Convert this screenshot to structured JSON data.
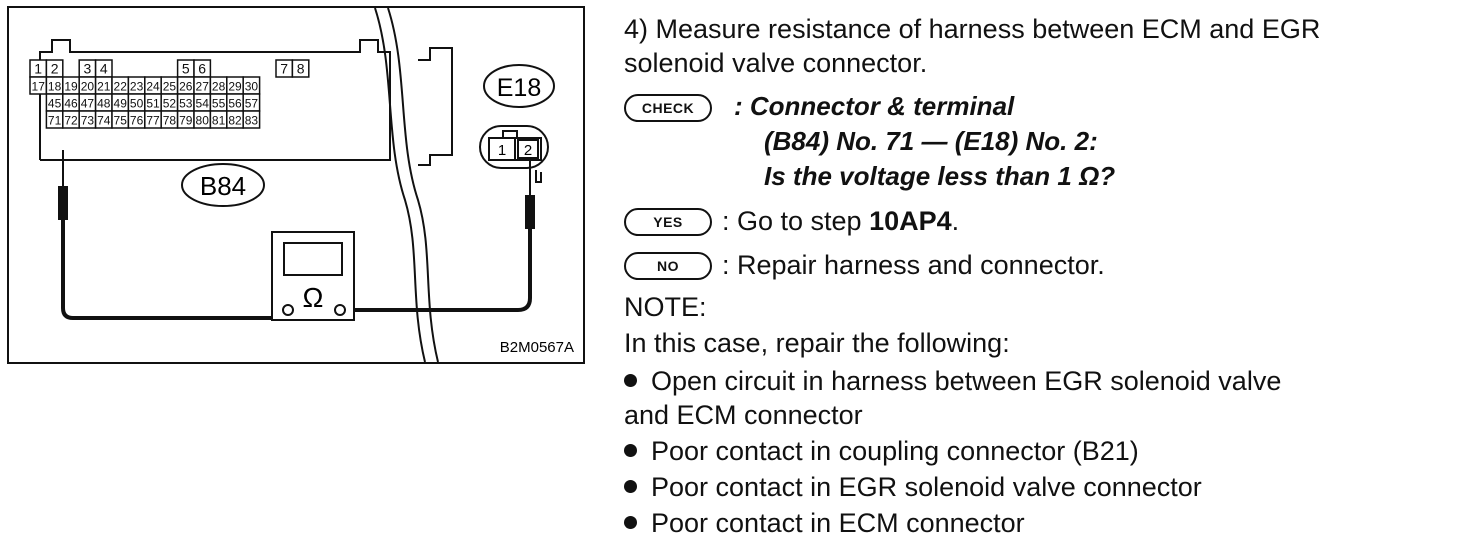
{
  "diagram": {
    "ecm_connector_label": "B84",
    "egr_connector_label": "E18",
    "figure_code": "B2M0567A",
    "meter_symbol": "Ω",
    "ecm_row1": [
      "1",
      "2",
      "3",
      "4",
      "5",
      "6",
      "7",
      "8"
    ],
    "ecm_row2": [
      "17",
      "18",
      "19",
      "20",
      "21",
      "22",
      "23",
      "24",
      "25",
      "26",
      "27",
      "28",
      "29",
      "30"
    ],
    "ecm_row3": [
      "45",
      "46",
      "47",
      "48",
      "49",
      "50",
      "51",
      "52",
      "53",
      "54",
      "55",
      "56",
      "57"
    ],
    "ecm_row4": [
      "71",
      "72",
      "73",
      "74",
      "75",
      "76",
      "77",
      "78",
      "79",
      "80",
      "81",
      "82",
      "83"
    ],
    "egr_pins": [
      "1",
      "2"
    ]
  },
  "step": {
    "line1": "4)  Measure resistance of harness between ECM and EGR",
    "line2": "solenoid valve connector."
  },
  "check": {
    "badge": "CHECK",
    "line1": ":  Connector & terminal",
    "line2": "(B84) No. 71 — (E18) No. 2:",
    "line3": "Is the voltage less than 1 Ω?"
  },
  "yes": {
    "badge": "YES",
    "prefix": ":  Go to step ",
    "target": "10AP4",
    "suffix": "."
  },
  "no": {
    "badge": "NO",
    "text": ":  Repair harness and connector."
  },
  "note": {
    "title": "NOTE:",
    "intro": "In this case, repair the following:",
    "bullets": [
      "Open circuit in harness between EGR solenoid valve",
      "Poor contact in coupling connector (B21)",
      "Poor contact in EGR solenoid valve connector",
      "Poor contact in ECM connector"
    ],
    "bullet1_cont": "and ECM connector"
  }
}
